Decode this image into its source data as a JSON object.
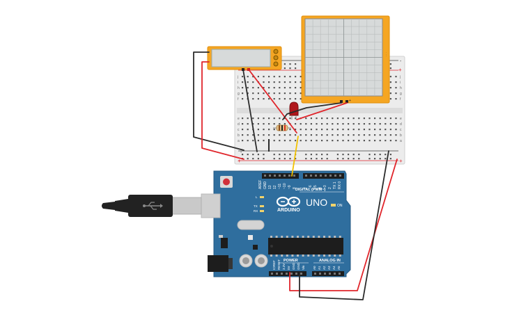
{
  "board": {
    "brand": "ARDUINO",
    "model": "UNO",
    "digital_header": "DIGITAL (PWM~)",
    "power_header": "POWER",
    "analog_header": "ANALOG IN",
    "tx_label": "TX",
    "rx_label": "RX",
    "l_label": "L",
    "on_label": "ON",
    "aref_label": "AREF",
    "gnd_label": "GND",
    "pins_digital": [
      "13",
      "12",
      "~11",
      "~10",
      "~9",
      "8",
      "7",
      "~6",
      "~5",
      "4",
      "~3",
      "2",
      "TX 1",
      "RX 0"
    ],
    "pins_power": [
      "IOREF",
      "RESET",
      "3.3V",
      "5V",
      "GND",
      "GND",
      "Vin"
    ],
    "pins_analog": [
      "A0",
      "A1",
      "A2",
      "A3",
      "A4",
      "A5"
    ]
  },
  "breadboard": {
    "rows_top": [
      "j",
      "i",
      "h",
      "g",
      "f"
    ],
    "rows_bottom": [
      "e",
      "d",
      "c",
      "b",
      "a"
    ],
    "plus": "+",
    "minus": "-"
  },
  "oscilloscope": {
    "pin_label": "+"
  },
  "colors": {
    "board": "#2f6e9e",
    "wire_red": "#e0252b",
    "wire_black": "#2b2b2b",
    "wire_yellow": "#f2c200",
    "instrument_frame": "#f5a623",
    "screen": "#d7dada"
  }
}
